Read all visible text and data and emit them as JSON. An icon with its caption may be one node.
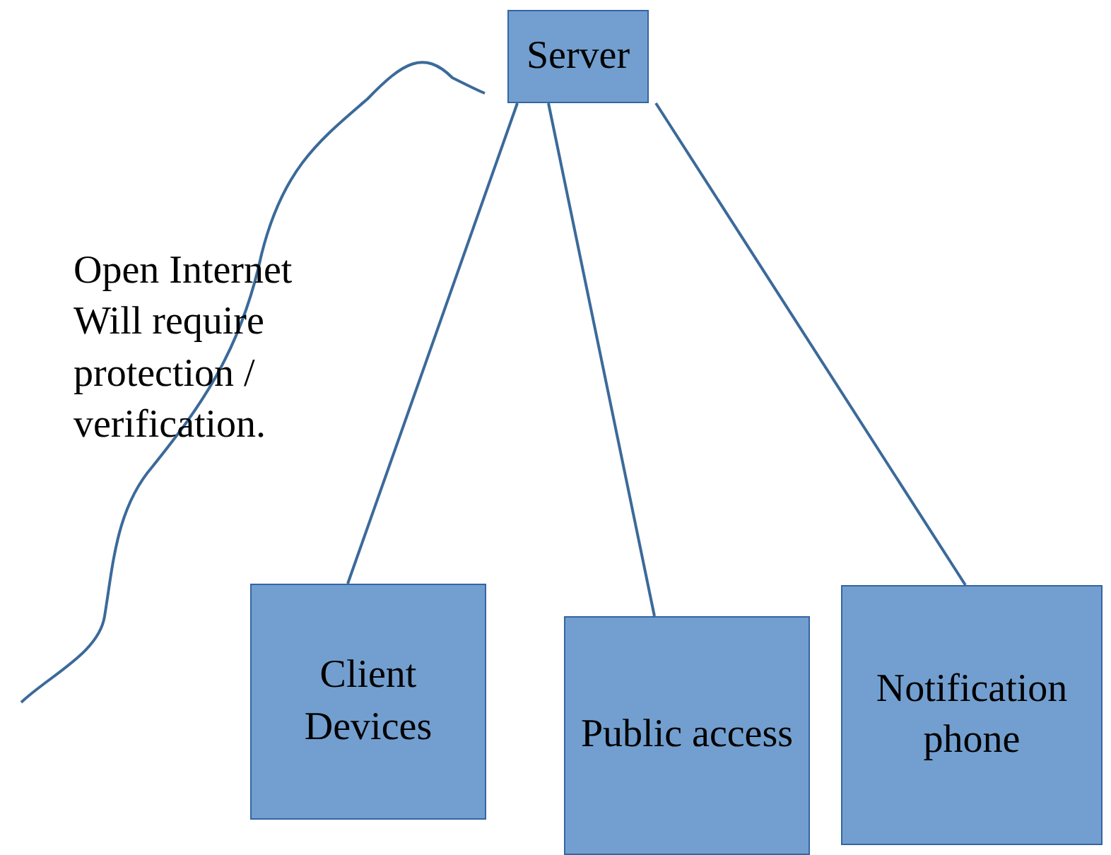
{
  "diagram": {
    "nodes": [
      {
        "text": [
          "Server"
        ]
      },
      {
        "text": [
          "Client Devices"
        ]
      },
      {
        "text": [
          "Public access"
        ]
      },
      {
        "text": [
          "Notification phone"
        ]
      }
    ],
    "edges": [
      {
        "from": 0,
        "to": 1,
        "arrow": "none"
      },
      {
        "from": 0,
        "to": 2,
        "arrow": "none"
      },
      {
        "from": 0,
        "to": 3,
        "arrow": "none"
      }
    ],
    "labels": [
      "Open Internet",
      "Will require protection / verification."
    ]
  }
}
